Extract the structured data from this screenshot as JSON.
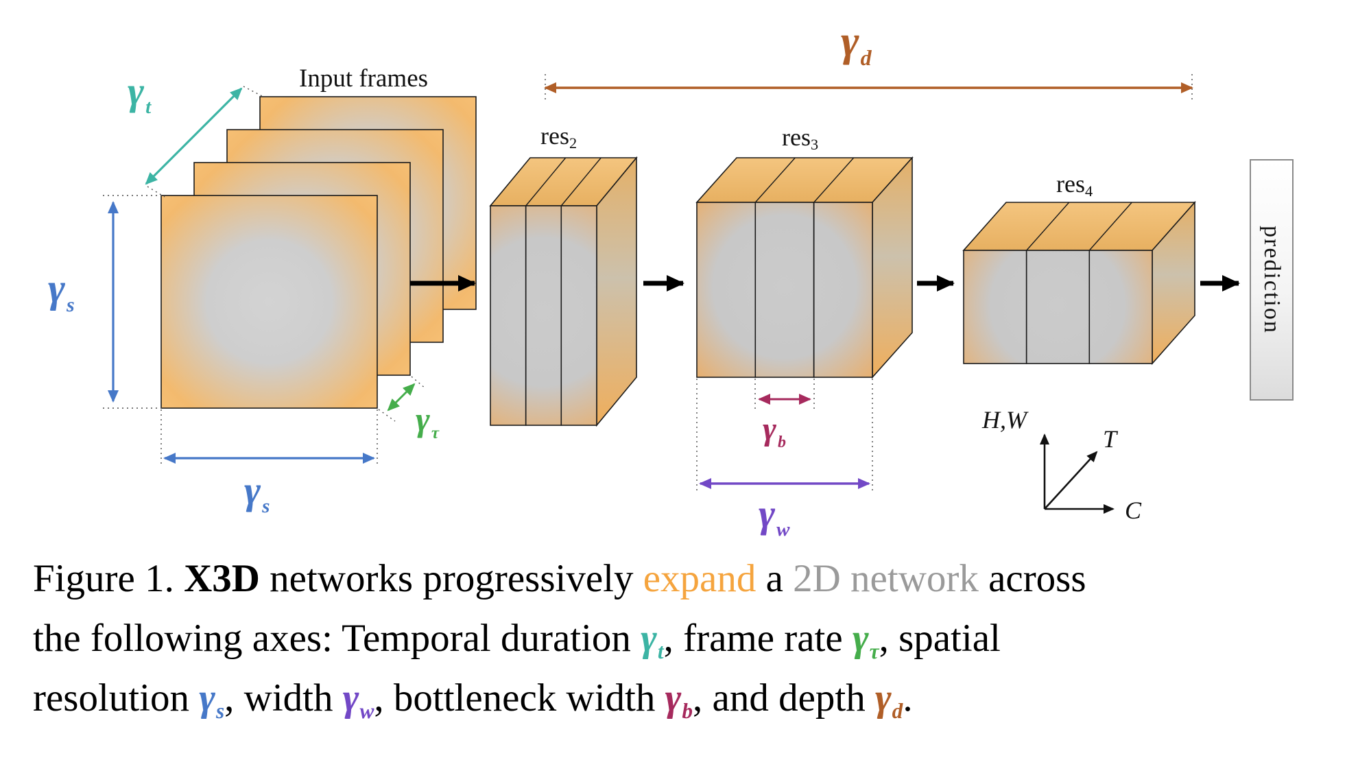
{
  "diagram": {
    "input_frames_label": "Input frames",
    "res2": {
      "base": "res",
      "sub": "2"
    },
    "res3": {
      "base": "res",
      "sub": "3"
    },
    "res4": {
      "base": "res",
      "sub": "4"
    },
    "prediction_label": "prediction",
    "axis_labels": {
      "hw": "H,W",
      "t": "T",
      "c": "C"
    },
    "gammas": {
      "t": {
        "sym": "γ",
        "sub": "t"
      },
      "tau": {
        "sym": "γ",
        "sub": "τ"
      },
      "s": {
        "sym": "γ",
        "sub": "s"
      },
      "w": {
        "sym": "γ",
        "sub": "w"
      },
      "b": {
        "sym": "γ",
        "sub": "b"
      },
      "d": {
        "sym": "γ",
        "sub": "d"
      }
    }
  },
  "colors": {
    "gamma_t": "#3cb4a4",
    "gamma_tau": "#45ad4b",
    "gamma_s": "#4678c8",
    "gamma_w": "#7248c6",
    "gamma_b": "#a62a5d",
    "gamma_d": "#b05e27",
    "expand_text": "#f5a43e",
    "network_2d_text": "#9a9a9a",
    "frame_orange": "#f6bf72",
    "frame_gray": "#cecece"
  },
  "caption": {
    "parts": [
      {
        "text": "Figure 1. "
      },
      {
        "text": "X3D"
      },
      {
        "text": " networks progressively "
      },
      {
        "text": "expand"
      },
      {
        "text": " a "
      },
      {
        "text": "2D network"
      },
      {
        "text": " across"
      },
      {
        "text": "the following axes: Temporal duration "
      },
      {
        "text": ", frame rate "
      },
      {
        "text": ", spatial"
      },
      {
        "text": "resolution "
      },
      {
        "text": ", width "
      },
      {
        "text": ", bottleneck width "
      },
      {
        "text": ", and depth "
      },
      {
        "text": "."
      }
    ]
  }
}
